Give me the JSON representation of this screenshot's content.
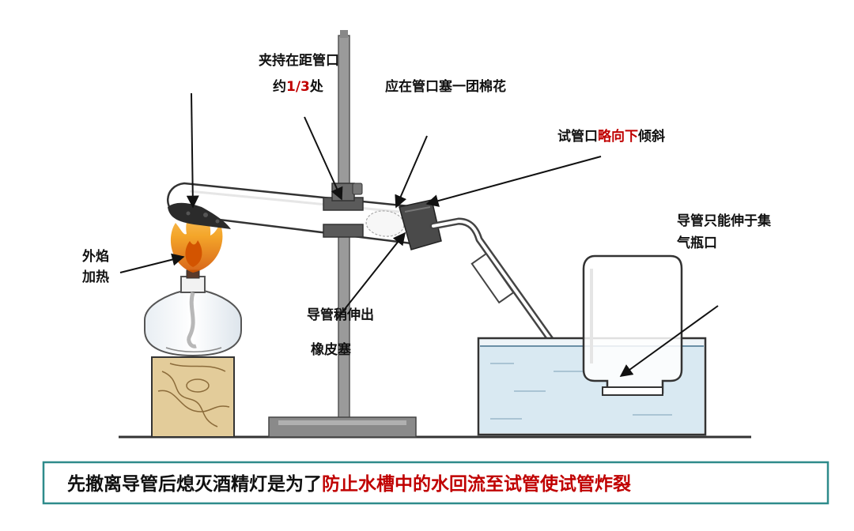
{
  "labels": {
    "clamp_line1": "夹持在距管口",
    "clamp_line2_prefix": "约",
    "clamp_line2_highlight": "1/3",
    "clamp_line2_suffix": "处",
    "cotton": "应在管口塞一团棉花",
    "tilt_prefix": "试管口",
    "tilt_highlight": "略向下",
    "tilt_suffix": "倾斜",
    "flame_line1": "外焰",
    "flame_line2": "加热",
    "tube_extend": "导管稍伸出",
    "stopper": "橡皮塞",
    "delivery_line1": "导管只能伸于集",
    "delivery_line2": "气瓶口"
  },
  "caption": {
    "normal": "先撤离导管后熄灭酒精灯是为了",
    "highlight": "防止水槽中的水回流至试管使试管炸裂"
  },
  "colors": {
    "highlight": "#c00000",
    "caption_border": "#2e8b8b",
    "flame_outer": "#f39c12",
    "flame_inner": "#d35400",
    "wood": "#e3cc9a",
    "stand": "#8a8a8a",
    "water": "#cfe3ef"
  }
}
